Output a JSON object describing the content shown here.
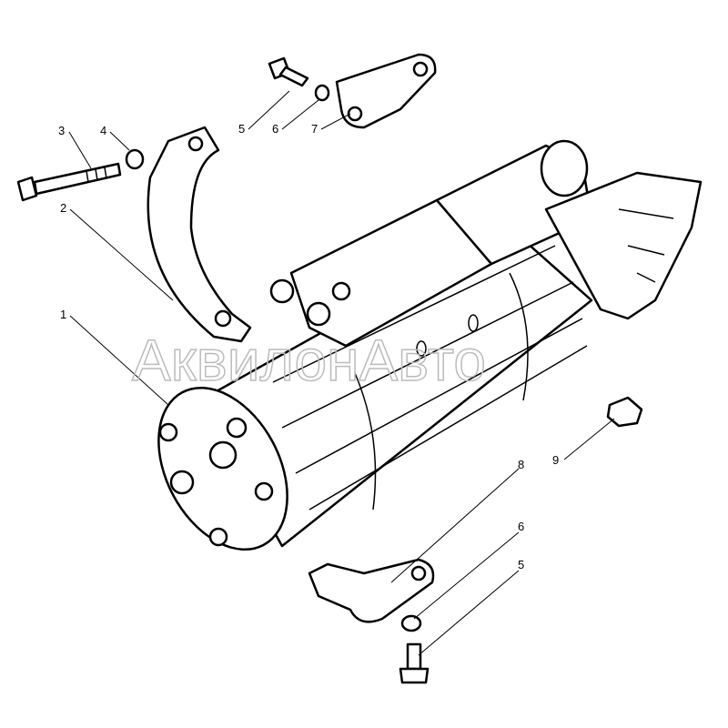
{
  "diagram": {
    "watermark": "АквилонАвто",
    "callouts": [
      {
        "id": "c3",
        "text": "3"
      },
      {
        "id": "c4",
        "text": "4"
      },
      {
        "id": "c5a",
        "text": "5"
      },
      {
        "id": "c6a",
        "text": "6"
      },
      {
        "id": "c7",
        "text": "7"
      },
      {
        "id": "c2",
        "text": "2"
      },
      {
        "id": "c1",
        "text": "1"
      },
      {
        "id": "c9",
        "text": "9"
      },
      {
        "id": "c8",
        "text": "8"
      },
      {
        "id": "c6b",
        "text": "6"
      },
      {
        "id": "c5b",
        "text": "5"
      }
    ]
  }
}
